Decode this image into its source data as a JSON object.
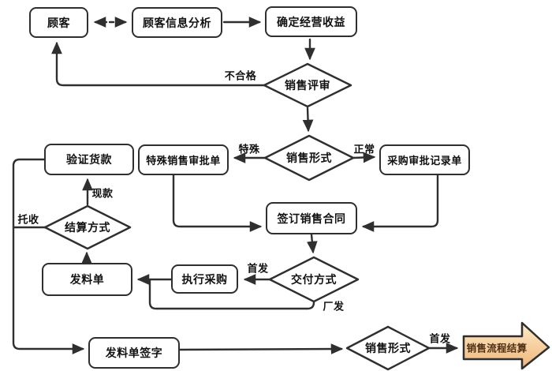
{
  "nodes": {
    "customer": "顾客",
    "customer_info_analysis": "顾客信息分析",
    "determine_revenue": "确定经营收益",
    "sales_review": "销售评审",
    "sales_form": "销售形式",
    "special_sales_approval": "特殊销售审批单",
    "purchase_approval_record": "采购审批记录单",
    "verify_payment": "验证货款",
    "settlement_method": "结算方式",
    "sign_sales_contract": "签订销售合同",
    "delivery_method": "交付方式",
    "execute_purchase": "执行采购",
    "material_issue_form": "发料单",
    "material_issue_form_sign": "发料单签字",
    "sales_form_2": "销售形式",
    "sales_process_settlement": "销售流程结算"
  },
  "edge_labels": {
    "unqualified": "不合格",
    "special": "特殊",
    "normal": "正常",
    "cash": "现款",
    "collection": "托收",
    "first_shipment": "首发",
    "factory_shipment": "厂发",
    "first_shipment_2": "首发"
  },
  "colors": {
    "line": "#2f2f2f",
    "node_fill": "#ffffff",
    "node_border": "#2f2f2f",
    "text": "#111111",
    "end_arrow_fill_top": "#fcecca",
    "end_arrow_fill_bottom": "#f1b478",
    "end_arrow_border": "#2f2f2f",
    "end_arrow_text": "#4d3014"
  }
}
